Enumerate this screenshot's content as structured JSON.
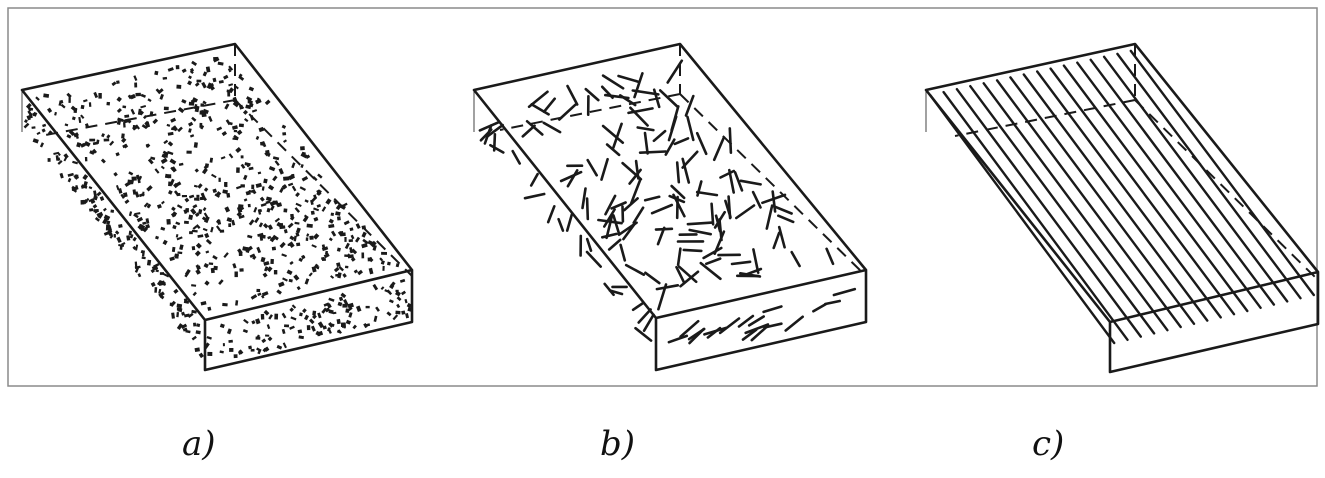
{
  "panels": [
    {
      "id": "a",
      "label": "a)",
      "reinforcement": "particles"
    },
    {
      "id": "b",
      "label": "b)",
      "reinforcement": "short-random-fibers"
    },
    {
      "id": "c",
      "label": "c)",
      "reinforcement": "continuous-aligned-fibers"
    }
  ]
}
